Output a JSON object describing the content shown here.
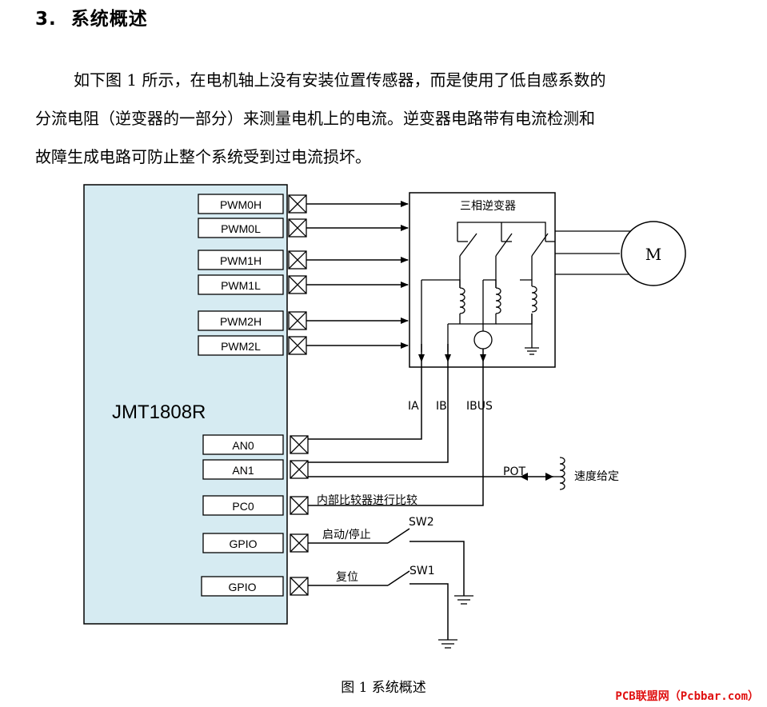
{
  "heading": {
    "number": "3.",
    "title": "系统概述"
  },
  "paragraph": {
    "line1": "如下图 1 所示，在电机轴上没有安装位置传感器，而是使用了低自感系数的",
    "line2": "分流电阻（逆变器的一部分）来测量电机上的电流。逆变器电路带有电流检测和",
    "line3": "故障生成电路可防止整个系统受到过电流损坏。"
  },
  "diagram": {
    "chip_name": "JMT1808R",
    "pins": {
      "pwm0h": "PWM0H",
      "pwm0l": "PWM0L",
      "pwm1h": "PWM1H",
      "pwm1l": "PWM1L",
      "pwm2h": "PWM2H",
      "pwm2l": "PWM2L",
      "an0": "AN0",
      "an1": "AN1",
      "pc0": "PC0",
      "gpio1": "GPIO",
      "gpio2": "GPIO"
    },
    "inverter_label": "三相逆变器",
    "motor_label": "M",
    "signal_ia": "IA",
    "signal_ib": "IB",
    "signal_ibus": "IBUS",
    "pot_label": "POT",
    "speed_label": "速度给定",
    "compare_label": "内部比较器进行比较",
    "start_stop_label": "启动/停止",
    "reset_label": "复位",
    "sw2_label": "SW2",
    "sw1_label": "SW1"
  },
  "caption": "图 1  系统概述",
  "watermark": "PCB联盟网（Pcbbar.com）",
  "colors": {
    "chip_fill": "#d6ebf2",
    "watermark": "#e01010"
  }
}
